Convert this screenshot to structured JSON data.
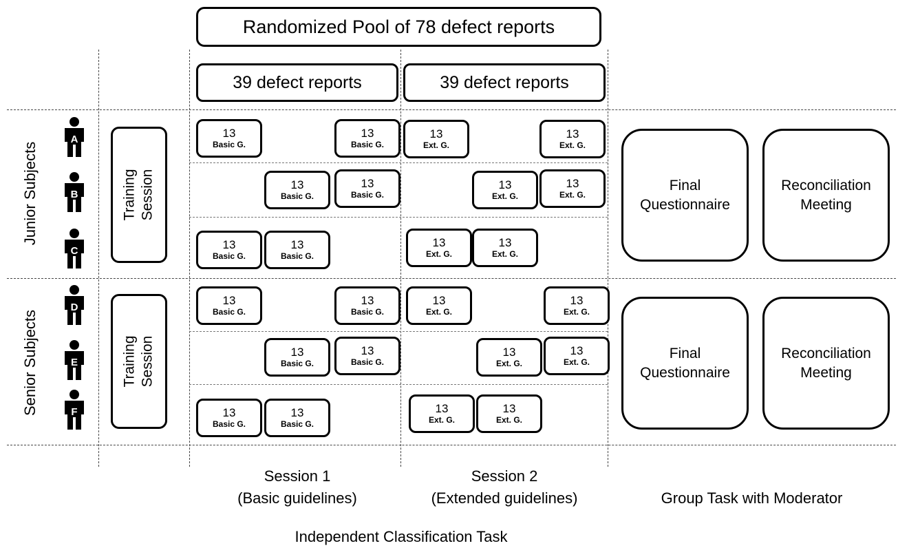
{
  "pool_label": "Randomized Pool of 78 defect reports",
  "half_label": "39 defect reports",
  "block_count": "13",
  "basic_label": "Basic G.",
  "ext_label": "Ext. G.",
  "groups": {
    "junior": "Junior Subjects",
    "senior": "Senior Subjects"
  },
  "subjects": [
    "A",
    "B",
    "C",
    "D",
    "E",
    "F"
  ],
  "training": {
    "line1": "Training",
    "line2": "Session"
  },
  "final_questionnaire": {
    "line1": "Final",
    "line2": "Questionnaire"
  },
  "reconciliation_meeting": {
    "line1": "Reconciliation",
    "line2": "Meeting"
  },
  "session1": {
    "line1": "Session 1",
    "line2": "(Basic guidelines)"
  },
  "session2": {
    "line1": "Session 2",
    "line2": "(Extended guidelines)"
  },
  "group_task": "Group Task with Moderator",
  "independent_task": "Independent Classification Task"
}
